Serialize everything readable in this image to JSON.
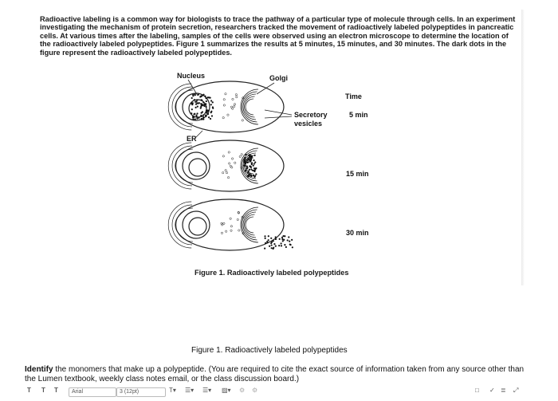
{
  "intro_text": "Radioactive labeling is a common way for biologists to trace the pathway of a particular type of molecule through cells. In an experiment investigating the mechanism of protein secretion, researchers tracked the movement of radioactively labeled polypeptides in pancreatic cells. At various times after the labeling, samples of the cells were observed using an electron microscope to determine the location of the radioactively labeled polypeptides. Figure 1 summarizes the results at 5 minutes, 15 minutes, and 30 minutes. The dark dots in the figure represent the radioactively labeled polypeptides.",
  "figure": {
    "labels": {
      "nucleus": "Nucleus",
      "golgi": "Golgi",
      "secretory_line1": "Secretory",
      "secretory_line2": "vesicles",
      "er": "ER",
      "time": "Time"
    },
    "times": [
      "5 min",
      "15 min",
      "30 min"
    ],
    "caption": "Figure 1. Radioactively labeled polypeptides"
  },
  "caption_main": "Figure 1. Radioactively labeled polypeptides",
  "question": {
    "bold": "Identify",
    "rest": " the monomers that make up a polypeptide. (You are required to cite the exact source of information taken from any source other than the Lumen textbook, weekly class notes email, or the class discussion board.)"
  },
  "toolbar": {
    "t1": "T",
    "t2": "T",
    "t3": "T",
    "font": "Arial",
    "size": "3 (12pt)"
  }
}
